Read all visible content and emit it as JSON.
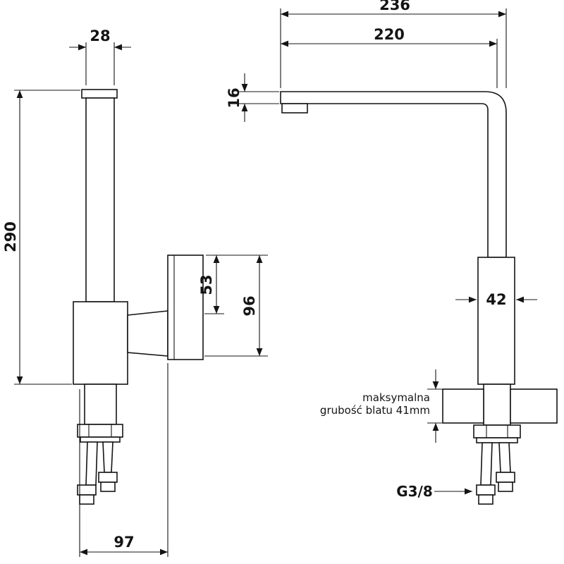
{
  "drawing": {
    "left_view": {
      "dim_handle_width": "28",
      "dim_total_height": "290",
      "dim_handle_offset": "53",
      "dim_handle_length": "96",
      "dim_base_depth": "97"
    },
    "right_view": {
      "dim_total_reach": "236",
      "dim_spout_reach": "220",
      "dim_spout_thickness": "16",
      "dim_body_width": "42",
      "countertop_note_line1": "maksymalna",
      "countertop_note_line2": "grubość blatu 41mm",
      "thread_label": "G3/8"
    }
  }
}
